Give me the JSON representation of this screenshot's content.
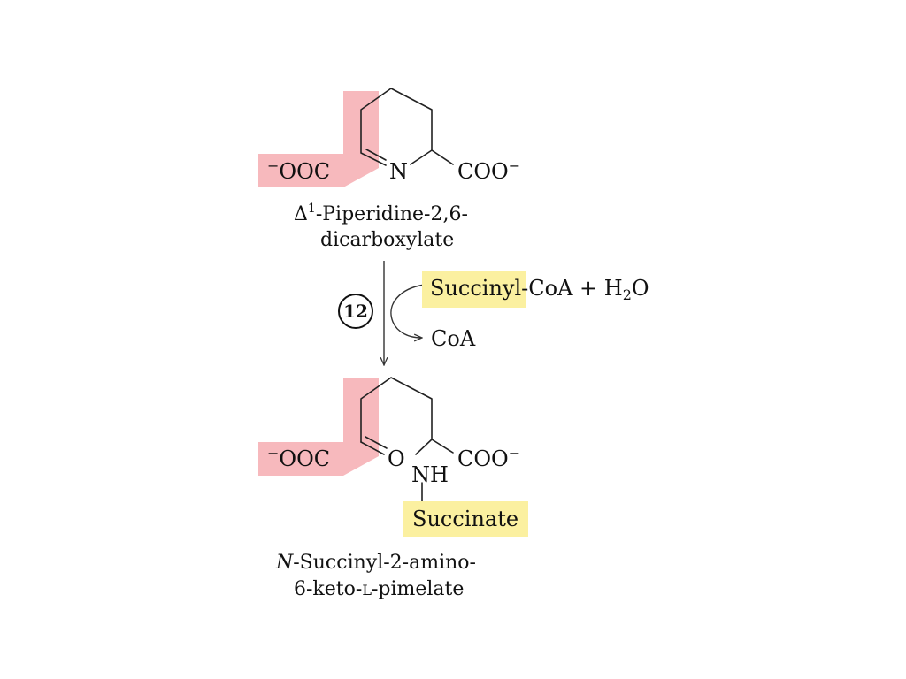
{
  "colors": {
    "pink_highlight": "#f7b9bd",
    "yellow_highlight": "#fbf0a0"
  },
  "reactant": {
    "left_group": "OOC",
    "charge": "−",
    "ring_nitrogen": "N",
    "right_group": "COO",
    "right_charge": "−",
    "name_prefix": "Δ",
    "name_superscript": "1",
    "name_line1_rest": "-Piperidine-2,6-",
    "name_line2": "dicarboxylate"
  },
  "step": {
    "number": "12",
    "input_highlight": "Succinyl",
    "input_rest": "-CoA + H",
    "input_subscript": "2",
    "input_end": "O",
    "output": "CoA"
  },
  "product": {
    "left_group": "OOC",
    "charge": "−",
    "keto_oxygen": "O",
    "amine": "NH",
    "right_group": "COO",
    "right_charge": "−",
    "substituent": "Succinate",
    "name_italic": "N",
    "name_line1_rest": "-Succinyl-2-amino-",
    "name_line2_a": "6-keto-",
    "name_line2_smallcaps": "L",
    "name_line2_b": "-pimelate"
  }
}
